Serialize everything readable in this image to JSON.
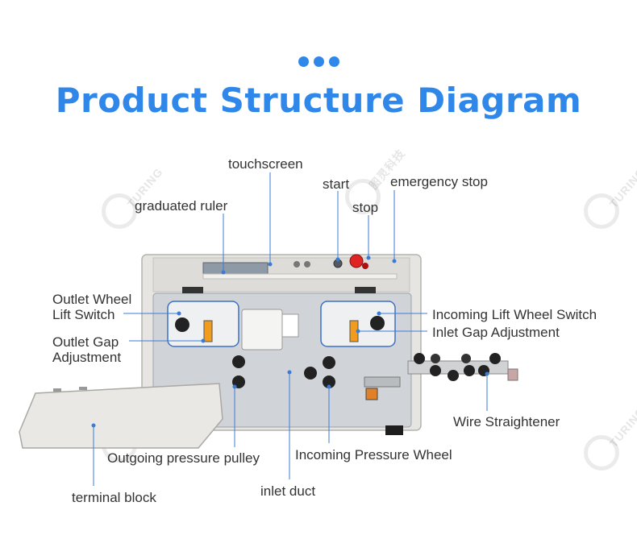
{
  "header": {
    "title": "Product Structure Diagram",
    "accent_color": "#2f87ea"
  },
  "watermark": {
    "text_cn": "图灵科技",
    "text_en": "TURING"
  },
  "labels": {
    "touchscreen": "touchscreen",
    "start": "start",
    "emergency_stop": "emergency stop",
    "graduated_ruler": "graduated ruler",
    "stop": "stop",
    "outlet_wheel_lift_switch_line1": "Outlet Wheel",
    "outlet_wheel_lift_switch_line2": "Lift Switch",
    "incoming_lift_wheel_switch": "Incoming Lift Wheel Switch",
    "inlet_gap_adjustment": "Inlet Gap Adjustment",
    "outlet_gap_adjustment_line1": "Outlet Gap",
    "outlet_gap_adjustment_line2": "Adjustment",
    "wire_straightener": "Wire Straightener",
    "outgoing_pressure_pulley": "Outgoing pressure pulley",
    "incoming_pressure_wheel": "Incoming Pressure Wheel",
    "terminal_block": "terminal block",
    "inlet_duct": "inlet duct"
  }
}
